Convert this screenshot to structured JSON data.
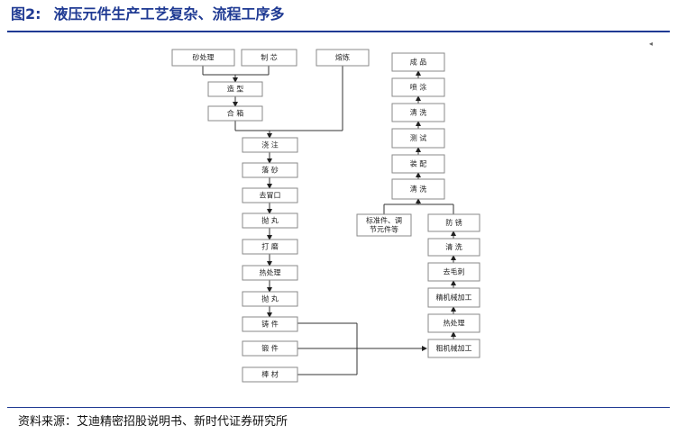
{
  "figure": {
    "label": "图2:",
    "title": "液压元件生产工艺复杂、流程工序多",
    "source": "资料来源：艾迪精密招股说明书、新时代证券研究所",
    "page_mark": "◂"
  },
  "diagram": {
    "left_column": {
      "top_inputs": [
        "砂处理",
        "制 芯",
        "熔炼"
      ],
      "molding": [
        "造 型",
        "合 箱"
      ],
      "process": [
        "浇 注",
        "落 砂",
        "去冒口",
        "抛 丸",
        "打 磨",
        "热处理",
        "抛 丸",
        "铸 件",
        "锻 件",
        "棒 材"
      ]
    },
    "right_column": {
      "main_steps": [
        "成 品",
        "喷 涂",
        "清 洗",
        "测 试",
        "装 配",
        "清 洗"
      ],
      "machining": [
        "防 锈",
        "清 洗",
        "去毛刺",
        "精机械加工",
        "热处理",
        "粗机械加工"
      ],
      "standard_parts": [
        "标准件、调",
        "节元件等"
      ]
    }
  }
}
